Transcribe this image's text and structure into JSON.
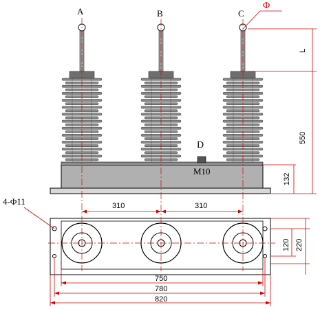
{
  "labels": {
    "terminal_a": "A",
    "terminal_b": "B",
    "terminal_c": "C",
    "terminal_d": "D",
    "bolt": "M10",
    "diameter": "Φ",
    "holes": "4-Φ11"
  },
  "dimensions": {
    "l": "L",
    "height_550": "550",
    "base_132": "132",
    "spacing_left": "310",
    "spacing_right": "310",
    "dim_120": "120",
    "dim_220": "220",
    "dim_750": "750",
    "dim_780": "780",
    "dim_820": "820"
  },
  "colors": {
    "dimension": "#d40000",
    "outline": "#000000",
    "insulator": "#8a8a8a",
    "base": "#b0b0b0"
  }
}
